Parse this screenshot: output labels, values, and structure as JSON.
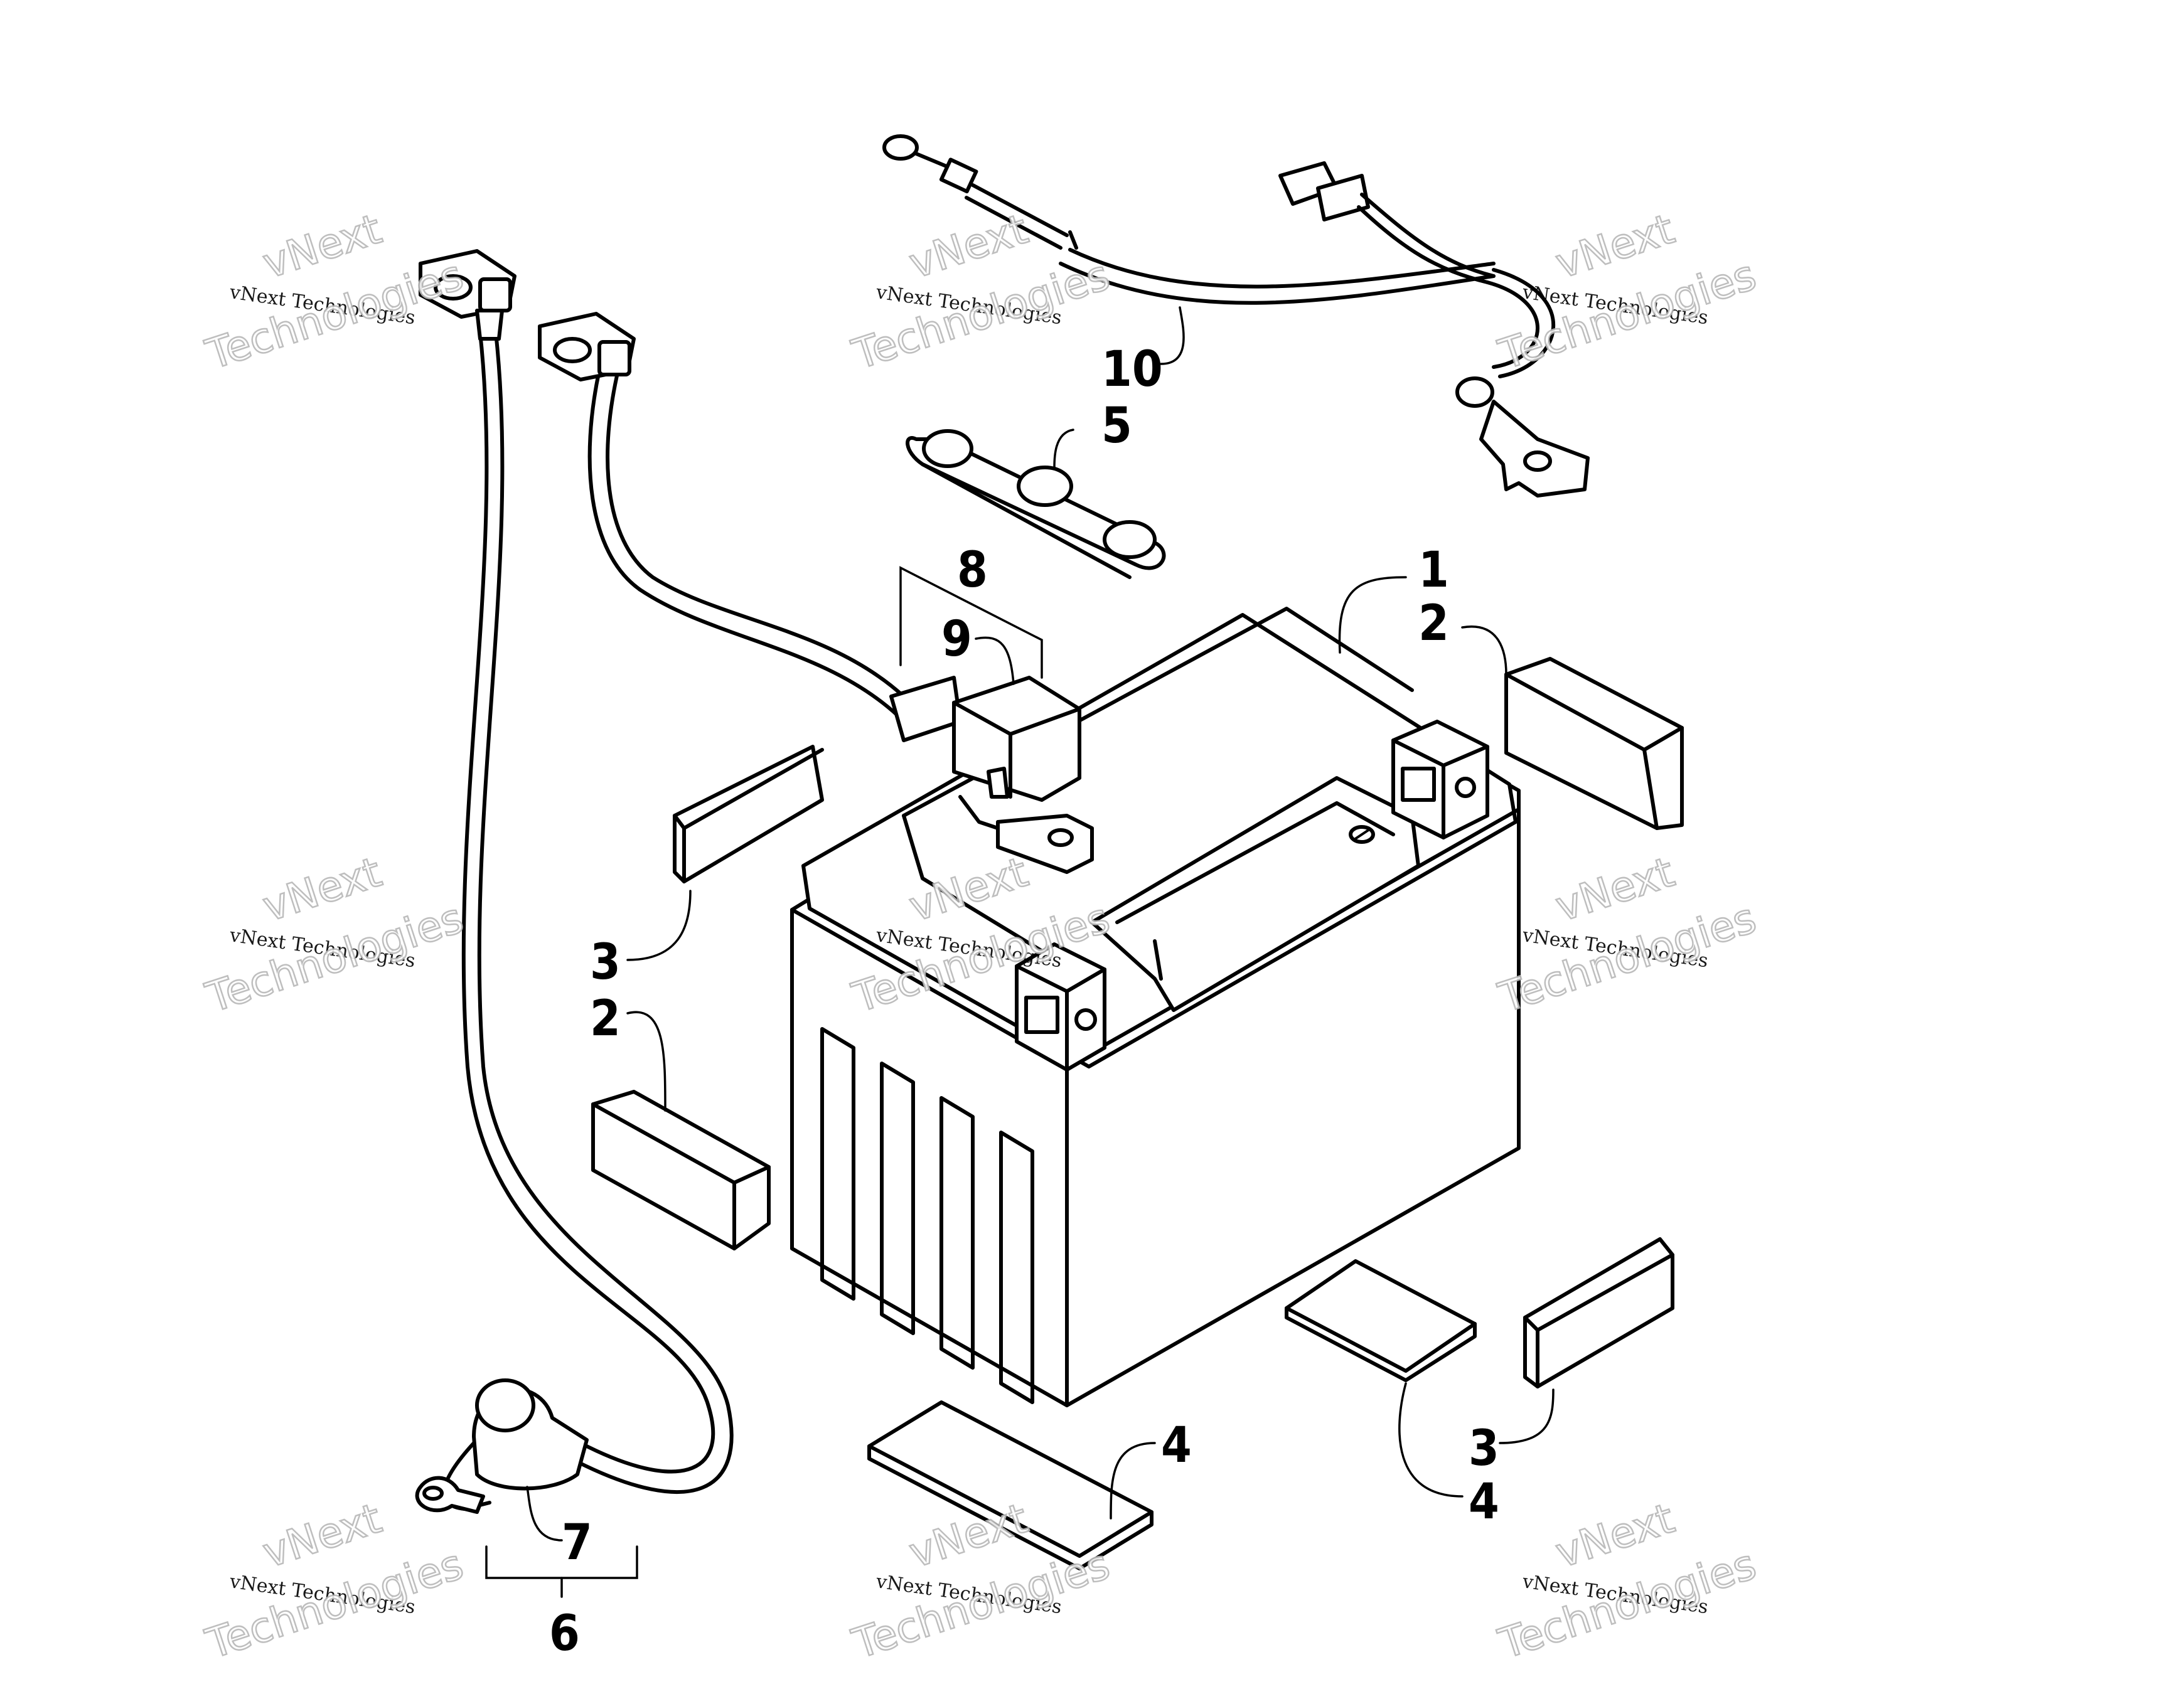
{
  "diagram": {
    "callouts": [
      "1",
      "2",
      "2",
      "3",
      "3",
      "4",
      "4",
      "5",
      "6",
      "7",
      "8",
      "9",
      "10"
    ],
    "watermark": {
      "line1": "vNext Technologies",
      "line2": "vNext",
      "line3": "Technologies"
    }
  },
  "colors": {
    "line": "#000000",
    "background": "#ffffff",
    "watermark_outline": "#b8b8b8"
  }
}
